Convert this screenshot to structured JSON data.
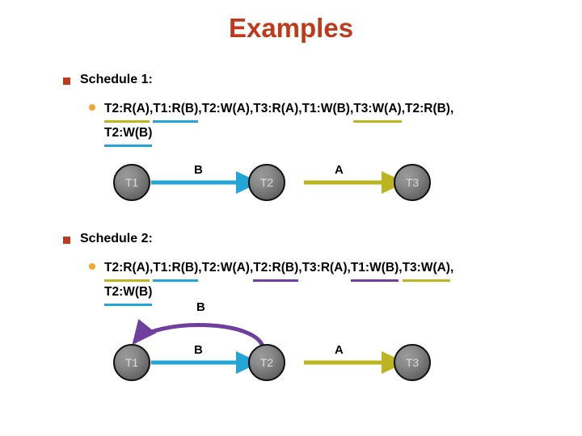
{
  "slide": {
    "title": "Examples",
    "title_color": "#c0391b"
  },
  "colors": {
    "olive": "#bcb520",
    "cyan": "#23a6d5",
    "purple": "#6f3f9e",
    "bullet_square": "#c0391b",
    "bullet_dot": "#f0a830",
    "node_text": "#dcdcdc"
  },
  "sections": [
    {
      "heading": "Schedule 1:",
      "sequence_line1": [
        {
          "text": "T2:R(A)",
          "underline": "olive"
        },
        {
          "text": ",",
          "underline": "none"
        },
        {
          "text": "T1:R(B)",
          "underline": "cyan"
        },
        {
          "text": ", ",
          "underline": "none"
        },
        {
          "text": "T2:W(A)",
          "underline": "none"
        },
        {
          "text": ", ",
          "underline": "none"
        },
        {
          "text": "T3:R(A)",
          "underline": "none"
        },
        {
          "text": ", ",
          "underline": "none"
        },
        {
          "text": "T1:W(B)",
          "underline": "none"
        },
        {
          "text": ", ",
          "underline": "none"
        },
        {
          "text": "T3:W(A)",
          "underline": "olive"
        },
        {
          "text": ", ",
          "underline": "none"
        },
        {
          "text": "T2:R(B)",
          "underline": "none"
        },
        {
          "text": ",",
          "underline": "none"
        }
      ],
      "sequence_line2": [
        {
          "text": "T2:W(B)",
          "underline": "cyan"
        }
      ],
      "graph": {
        "nodes": [
          {
            "id": "T1",
            "label": "T1"
          },
          {
            "id": "T2",
            "label": "T2"
          },
          {
            "id": "T3",
            "label": "T3"
          }
        ],
        "edges": [
          {
            "from": "T1",
            "to": "T2",
            "label": "B",
            "color": "cyan",
            "shape": "straight"
          },
          {
            "from": "T2",
            "to": "T3",
            "label": "A",
            "color": "olive",
            "shape": "straight"
          }
        ]
      }
    },
    {
      "heading": "Schedule 2:",
      "sequence_line1": [
        {
          "text": "T2:R(A)",
          "underline": "olive"
        },
        {
          "text": ",",
          "underline": "none"
        },
        {
          "text": "T1:R(B)",
          "underline": "cyan"
        },
        {
          "text": ", ",
          "underline": "none"
        },
        {
          "text": "T2:W(A)",
          "underline": "none"
        },
        {
          "text": ", ",
          "underline": "none"
        },
        {
          "text": "T2:R(B)",
          "underline": "purple"
        },
        {
          "text": ", ",
          "underline": "none"
        },
        {
          "text": "T3:R(A)",
          "underline": "none"
        },
        {
          "text": ", ",
          "underline": "none"
        },
        {
          "text": "T1:W(B)",
          "underline": "purple"
        },
        {
          "text": ", ",
          "underline": "none"
        },
        {
          "text": "T3:W(A)",
          "underline": "olive"
        },
        {
          "text": ",",
          "underline": "none"
        }
      ],
      "sequence_line2": [
        {
          "text": "T2:W(B)",
          "underline": "cyan"
        }
      ],
      "graph": {
        "nodes": [
          {
            "id": "T1",
            "label": "T1"
          },
          {
            "id": "T2",
            "label": "T2"
          },
          {
            "id": "T3",
            "label": "T3"
          }
        ],
        "edges": [
          {
            "from": "T2",
            "to": "T1",
            "label": "B",
            "color": "purple",
            "shape": "curved"
          },
          {
            "from": "T1",
            "to": "T2",
            "label": "B",
            "color": "cyan",
            "shape": "straight"
          },
          {
            "from": "T2",
            "to": "T3",
            "label": "A",
            "color": "olive",
            "shape": "straight"
          }
        ]
      }
    }
  ]
}
